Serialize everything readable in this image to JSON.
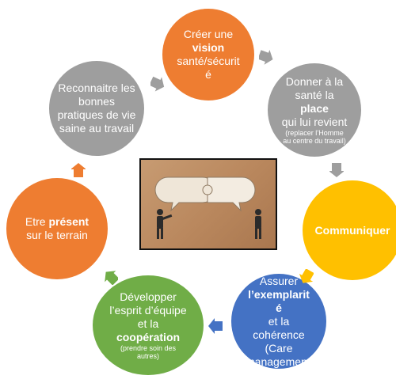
{
  "colors": {
    "orange": "#ee7d31",
    "grey": "#9e9e9e",
    "yellow": "#ffc000",
    "blue": "#4472c4",
    "green": "#70ad47",
    "arrow": "#9e9e9e"
  },
  "nodes": {
    "vision": {
      "pre": "Créer une",
      "bold": "vision",
      "post": "santé/sécurité"
    },
    "place": {
      "pre": "Donner à la santé la",
      "bold": "place",
      "post": "qui lui revient",
      "note": "(replacer l’Homme au centre du travail)"
    },
    "communiquer": {
      "bold": "Communiquer"
    },
    "exemplarite": {
      "pre": "Assurer",
      "bold": "l’exemplarité",
      "post": "et la cohérence (Care management)"
    },
    "cooperation": {
      "pre": "Développer l’esprit d’équipe et la",
      "bold": "coopération",
      "note": "(prendre soin des autres)"
    },
    "present": {
      "pre": "Etre",
      "bold": "présent",
      "post": "sur le terrain"
    },
    "reconnaitre": {
      "pre": "Reconnaitre les bonnes pratiques de vie saine au travail"
    }
  },
  "center_image": {
    "icon": "puzzle-speech-bubbles-people-image"
  }
}
